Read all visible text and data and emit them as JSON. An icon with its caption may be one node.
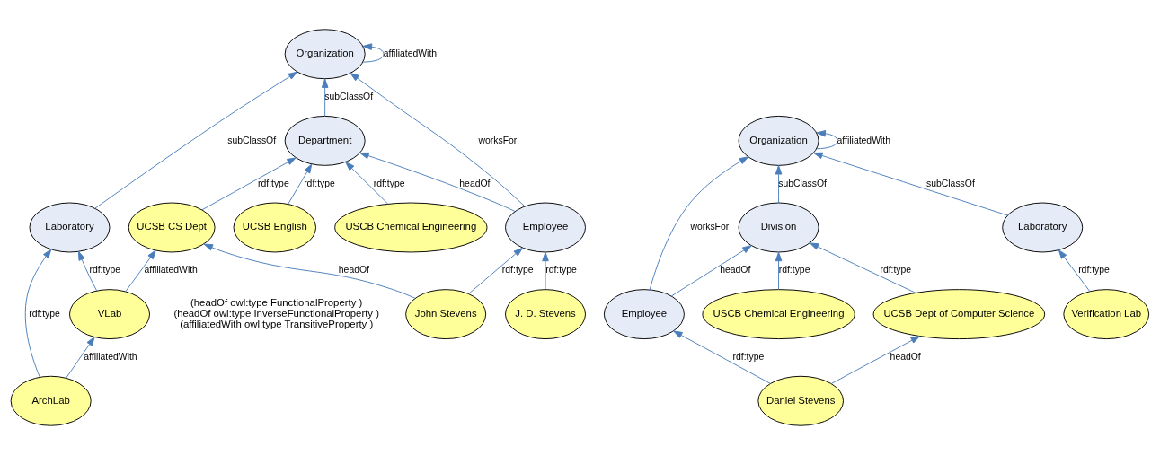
{
  "diagram": {
    "nodes": [
      {
        "text": [
          "Organization"
        ]
      },
      {
        "text": [
          "Employee"
        ]
      },
      {
        "text": [
          "Department"
        ]
      },
      {
        "text": [
          "Laboratory"
        ]
      },
      {
        "text": [
          "John Stevens"
        ]
      },
      {
        "text": [
          "J. D. Stevens"
        ]
      },
      {
        "text": [
          "USCB Chemical Engineering"
        ]
      },
      {
        "text": [
          "UCSB CS Dept"
        ]
      },
      {
        "text": [
          "UCSB English"
        ]
      },
      {
        "text": [
          "VLab"
        ]
      },
      {
        "text": [
          "ArchLab"
        ]
      },
      {
        "text": [
          "Organization"
        ]
      },
      {
        "text": [
          "Employee"
        ]
      },
      {
        "text": [
          "Division"
        ]
      },
      {
        "text": [
          "Laboratory"
        ]
      },
      {
        "text": [
          "Daniel Stevens"
        ]
      },
      {
        "text": [
          "USCB Chemical Engineering"
        ]
      },
      {
        "text": [
          "UCSB Dept of Computer Science"
        ]
      },
      {
        "text": [
          "Verification Lab"
        ]
      }
    ],
    "edges": [
      {
        "from": 0,
        "to": 0,
        "arrow": "to",
        "label": "affiliatedWith"
      },
      {
        "from": 1,
        "to": 0,
        "arrow": "to",
        "label": "worksFor"
      },
      {
        "from": 1,
        "to": 2,
        "arrow": "to",
        "label": "headOf"
      },
      {
        "from": 2,
        "to": 0,
        "arrow": "to",
        "label": "subClassOf"
      },
      {
        "from": 3,
        "to": 0,
        "arrow": "to",
        "label": "subClassOf"
      },
      {
        "from": 4,
        "to": 1,
        "arrow": "to",
        "label": "rdf:type"
      },
      {
        "from": 5,
        "to": 1,
        "arrow": "to",
        "label": "rdf:type"
      },
      {
        "from": 6,
        "to": 2,
        "arrow": "to",
        "label": "rdf:type"
      },
      {
        "from": 7,
        "to": 2,
        "arrow": "to",
        "label": "rdf:type"
      },
      {
        "from": 8,
        "to": 2,
        "arrow": "to",
        "label": "rdf:type"
      },
      {
        "from": 4,
        "to": 7,
        "arrow": "to",
        "label": "headOf"
      },
      {
        "from": 9,
        "to": 3,
        "arrow": "to",
        "label": "rdf:type"
      },
      {
        "from": 10,
        "to": 3,
        "arrow": "to",
        "label": "rdf:type"
      },
      {
        "from": 9,
        "to": 7,
        "arrow": "to",
        "label": "affiliatedWith"
      },
      {
        "from": 10,
        "to": 9,
        "arrow": "to",
        "label": "affiliatedWith"
      },
      {
        "from": 11,
        "to": 11,
        "arrow": "to",
        "label": "affiliatedWith"
      },
      {
        "from": 12,
        "to": 11,
        "arrow": "to",
        "label": "worksFor"
      },
      {
        "from": 12,
        "to": 13,
        "arrow": "to",
        "label": "headOf"
      },
      {
        "from": 13,
        "to": 11,
        "arrow": "to",
        "label": "subClassOf"
      },
      {
        "from": 14,
        "to": 11,
        "arrow": "to",
        "label": "subClassOf"
      },
      {
        "from": 15,
        "to": 12,
        "arrow": "to",
        "label": "rdf:type"
      },
      {
        "from": 16,
        "to": 13,
        "arrow": "to",
        "label": "rdf:type"
      },
      {
        "from": 17,
        "to": 13,
        "arrow": "to",
        "label": "rdf:type"
      },
      {
        "from": 18,
        "to": 14,
        "arrow": "to",
        "label": "rdf:type"
      },
      {
        "from": 15,
        "to": 17,
        "arrow": "to",
        "label": "headOf"
      }
    ],
    "labels": [
      "(headOf owl:type FunctionalProperty )",
      "(headOf owl:type InverseFunctionalProperty )",
      "(affiliatedWith owl:type TransitiveProperty )"
    ]
  }
}
